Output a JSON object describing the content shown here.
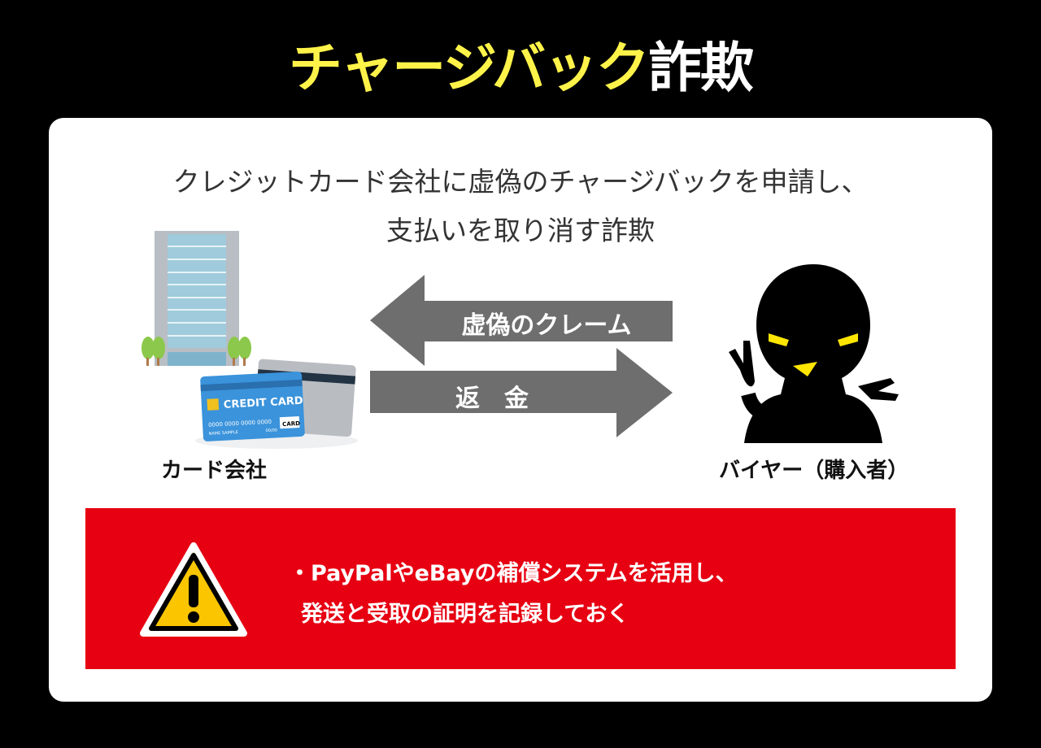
{
  "title": {
    "highlight": "チャージバック",
    "rest": "詐欺"
  },
  "subtitle": {
    "line1": "クレジットカード会社に虚偽のチャージバックを申請し、",
    "line2": "支払いを取り消す詐欺"
  },
  "left_party": {
    "label": "カード会社",
    "illustration": {
      "card_front": "CREDIT CARD",
      "card_number": "0000 0000 0000 0000",
      "card_name": "NAME SAMPLE",
      "card_expiry": "00/00",
      "card_badge": "CARD"
    }
  },
  "right_party": {
    "label": "バイヤー（購入者）"
  },
  "arrows": {
    "to_company": "虚偽のクレーム",
    "to_buyer": "返　金"
  },
  "colors": {
    "title_accent": "#fff34a",
    "arrow": "#6e6e6e",
    "warning_bg": "#e60012",
    "warning_icon": "#fbc600"
  },
  "warning": {
    "line1": "・PayPalやeBayの補償システムを活用し、",
    "line2": "発送と受取の証明を記録しておく"
  }
}
